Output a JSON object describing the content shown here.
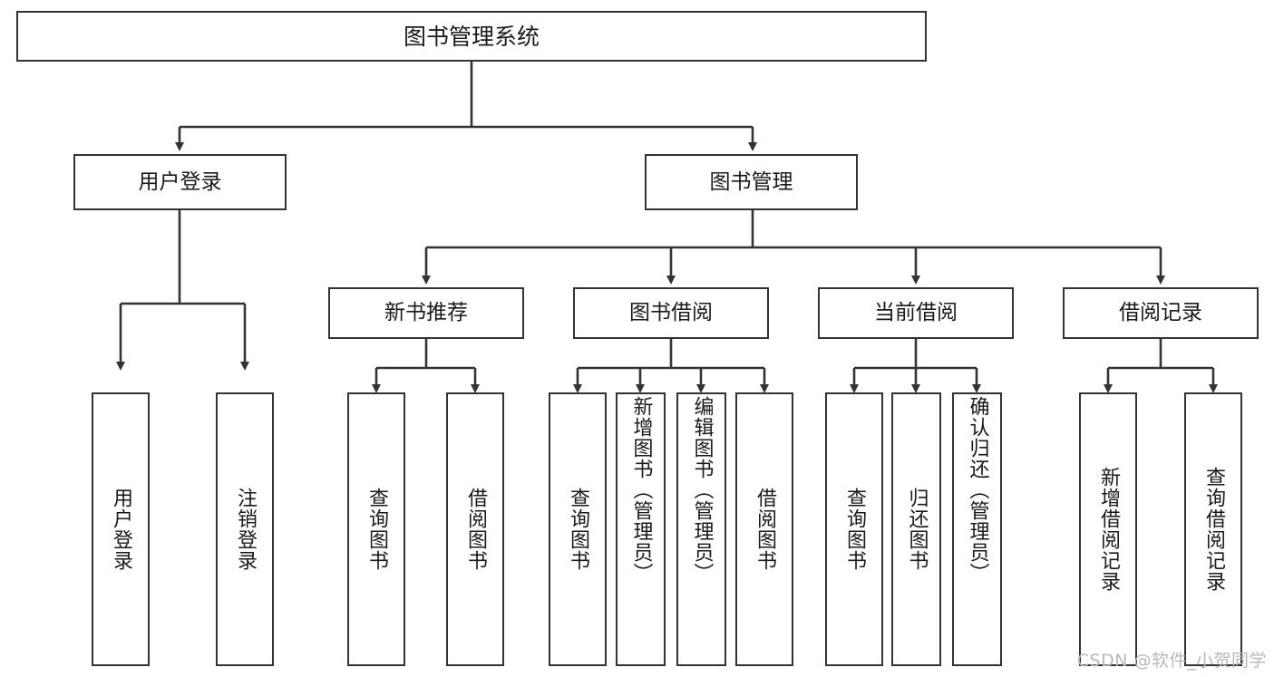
{
  "diagram": {
    "title": "图书管理系统",
    "watermark": "CSDN @软件_小贺同学",
    "root": {
      "label": "图书管理系统"
    },
    "level2": [
      {
        "label": "用户登录"
      },
      {
        "label": "图书管理"
      }
    ],
    "level3": [
      {
        "label": "新书推荐"
      },
      {
        "label": "图书借阅"
      },
      {
        "label": "当前借阅"
      },
      {
        "label": "借阅记录"
      }
    ],
    "leaves": {
      "user_login": [
        {
          "label": "用户登录"
        },
        {
          "label": "注销登录"
        }
      ],
      "new_book_recommend": [
        {
          "label": "查询图书"
        },
        {
          "label": "借阅图书"
        }
      ],
      "book_borrow": [
        {
          "label": "查询图书"
        },
        {
          "label": "新增图书（管理员）"
        },
        {
          "label": "编辑图书（管理员）"
        },
        {
          "label": "借阅图书"
        }
      ],
      "current_borrow": [
        {
          "label": "查询图书"
        },
        {
          "label": "归还图书"
        },
        {
          "label": "确认归还（管理员）"
        }
      ],
      "borrow_record": [
        {
          "label": "新增借阅记录"
        },
        {
          "label": "查询借阅记录"
        }
      ]
    },
    "colors": {
      "stroke": "#333333",
      "background": "#ffffff",
      "text": "#1a1a1a",
      "watermark": "#b8b8b8"
    }
  }
}
